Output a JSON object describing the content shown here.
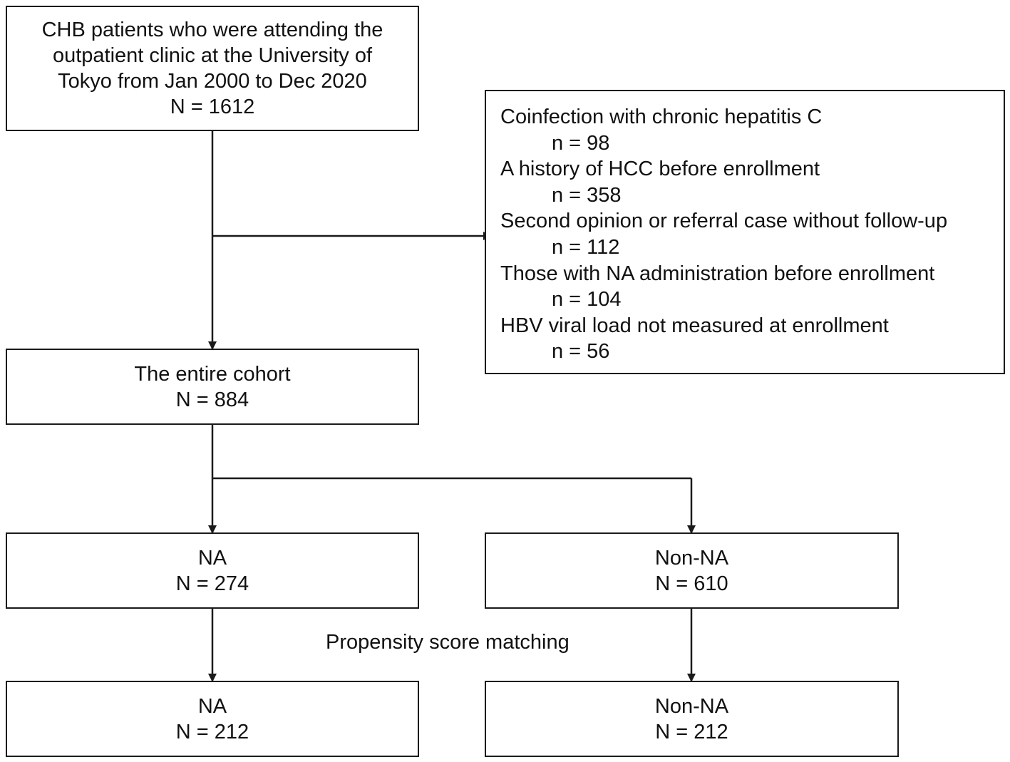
{
  "diagram": {
    "top_box": {
      "lines": [
        "CHB patients who were attending the",
        "outpatient clinic at the University of",
        "Tokyo from Jan 2000 to Dec 2020",
        "N = 1612"
      ]
    },
    "exclusion_box": {
      "items": [
        {
          "reason": "Coinfection with chronic hepatitis C",
          "count": "n = 98"
        },
        {
          "reason": "A history of HCC before enrollment",
          "count": "n = 358"
        },
        {
          "reason": "Second opinion or referral case without follow-up",
          "count": "n = 112"
        },
        {
          "reason": "Those with NA administration before enrollment",
          "count": "n = 104"
        },
        {
          "reason": "HBV viral load not measured at enrollment",
          "count": "n = 56"
        }
      ]
    },
    "cohort_box": {
      "title": "The entire cohort",
      "n": "N = 884"
    },
    "na_box": {
      "title": "NA",
      "n": "N = 274"
    },
    "non_na_box": {
      "title": "Non-NA",
      "n": "N = 610"
    },
    "psm_label": "Propensity score matching",
    "na_matched_box": {
      "title": "NA",
      "n": "N = 212"
    },
    "non_na_matched_box": {
      "title": "Non-NA",
      "n": "N = 212"
    },
    "line_color": "#1a1a1a"
  }
}
